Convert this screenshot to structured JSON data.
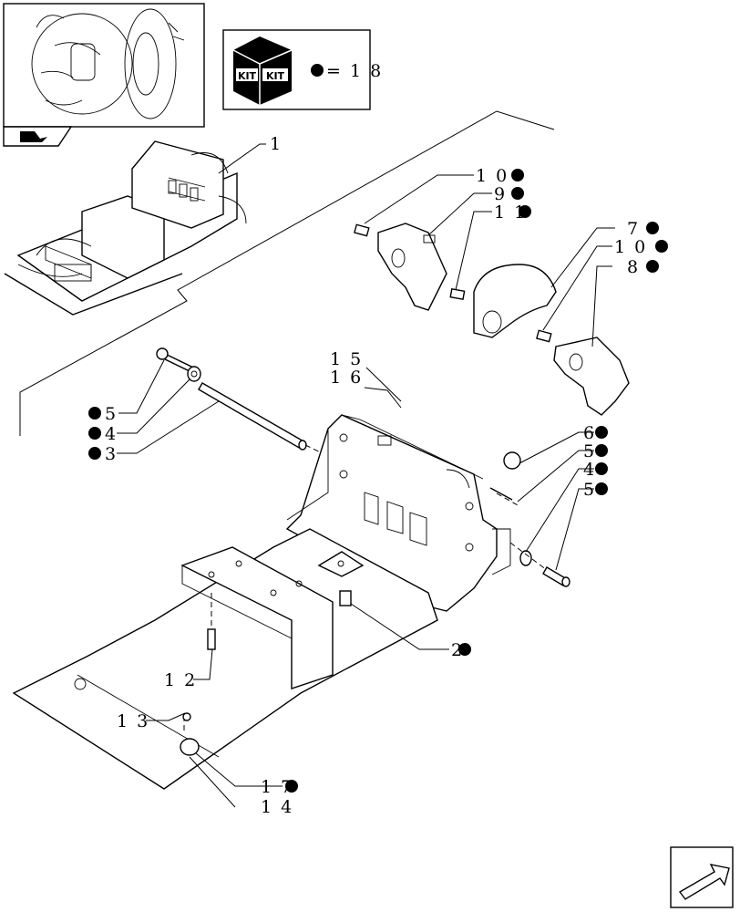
{
  "kit_box": {
    "badge_text": "KIT",
    "label": "= 1 8"
  },
  "callouts": [
    {
      "id": "c1",
      "text": "1",
      "dot": false
    },
    {
      "id": "c10a",
      "text": "1 0",
      "dot": true
    },
    {
      "id": "c9",
      "text": "9",
      "dot": true
    },
    {
      "id": "c11",
      "text": "1 1",
      "dot": true
    },
    {
      "id": "c7",
      "text": "7",
      "dot": true
    },
    {
      "id": "c10b",
      "text": "1 0",
      "dot": true
    },
    {
      "id": "c8",
      "text": "8",
      "dot": true
    },
    {
      "id": "c15",
      "text": "1 5",
      "dot": false
    },
    {
      "id": "c16",
      "text": "1 6",
      "dot": false
    },
    {
      "id": "c5a",
      "text": "5",
      "dot": true
    },
    {
      "id": "c4a",
      "text": "4",
      "dot": true
    },
    {
      "id": "c3",
      "text": "3",
      "dot": true
    },
    {
      "id": "c6",
      "text": "6",
      "dot": true
    },
    {
      "id": "c5b",
      "text": "5",
      "dot": true
    },
    {
      "id": "c4b",
      "text": "4",
      "dot": true
    },
    {
      "id": "c5c",
      "text": "5",
      "dot": true
    },
    {
      "id": "c2",
      "text": "2",
      "dot": true
    },
    {
      "id": "c12",
      "text": "1 2",
      "dot": false
    },
    {
      "id": "c13",
      "text": "1 3",
      "dot": false
    },
    {
      "id": "c17",
      "text": "1 7",
      "dot": true
    },
    {
      "id": "c14",
      "text": "1 4",
      "dot": false
    }
  ],
  "icons": {
    "tractor_thumbnail": "tractor-wheel-thumbnail-icon",
    "kit_box": "kit-box-icon",
    "nav_tab": "vehicle-nav-tab-icon",
    "next_arrow": "next-page-arrow-icon"
  }
}
